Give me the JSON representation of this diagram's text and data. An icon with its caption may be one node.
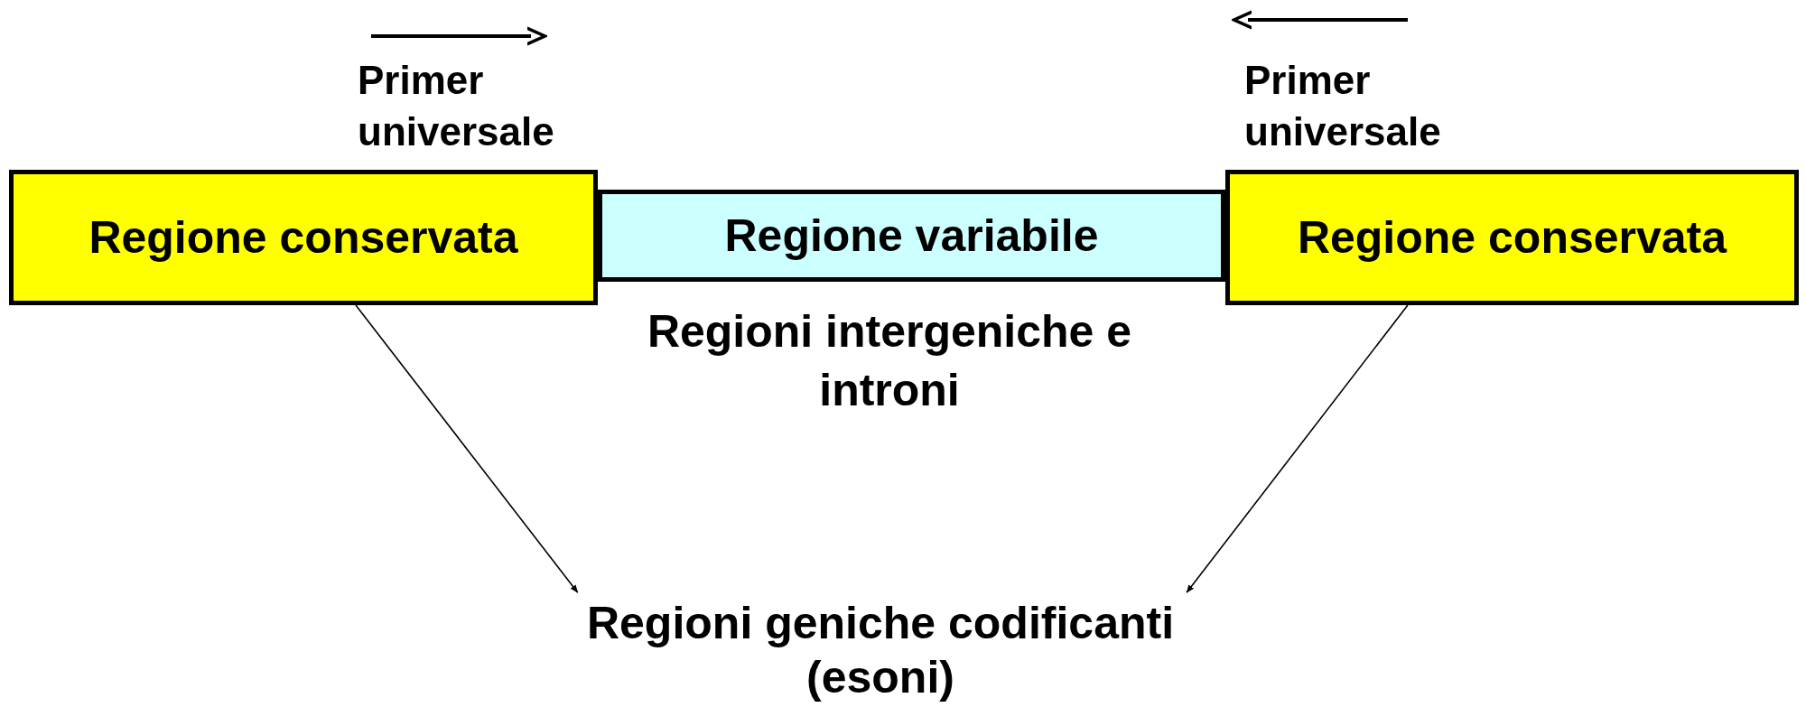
{
  "diagram": {
    "nodes": [
      {
        "text": [
          "Regione conservata"
        ],
        "beside": [
          "Primer universale"
        ]
      },
      {
        "text": [
          "Regione variabile"
        ],
        "beside": [
          "Regioni intergeniche e introni"
        ]
      },
      {
        "text": [
          "Regione conservata"
        ],
        "beside": [
          "Primer universale"
        ]
      },
      {
        "text": [
          "Regioni geniche codificanti (esoni)"
        ]
      }
    ],
    "edges": [
      {
        "from": 0,
        "to": 3,
        "arrow": "to"
      },
      {
        "from": 2,
        "to": 3,
        "arrow": "to"
      }
    ]
  }
}
